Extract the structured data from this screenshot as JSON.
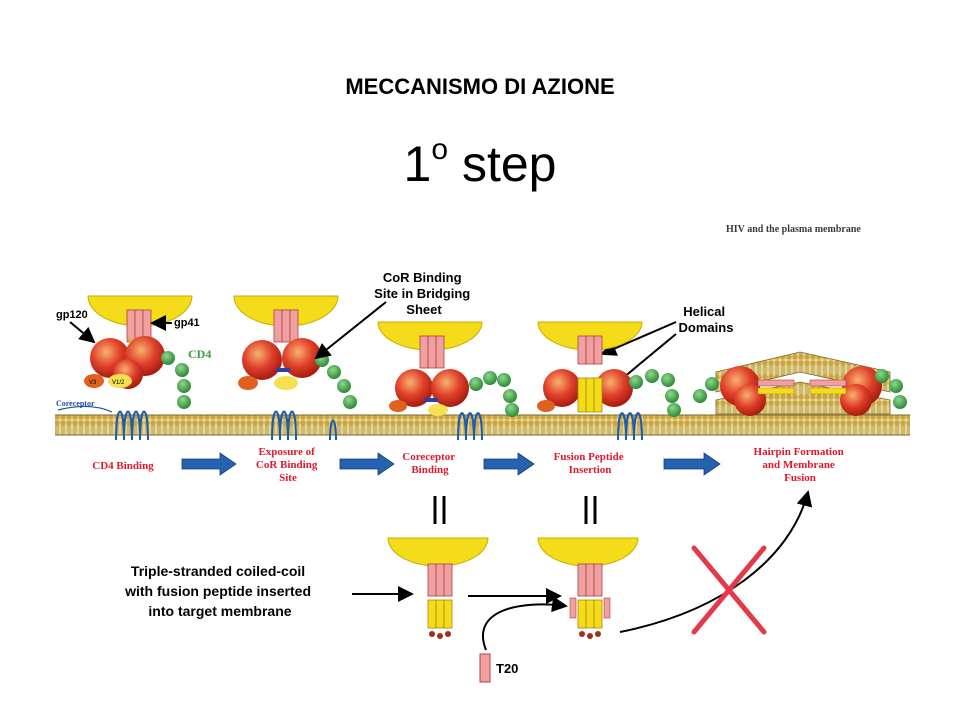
{
  "header": {
    "title": "MECCANISMO DI AZIONE",
    "step_number": "1",
    "step_sup": "o",
    "step_word": "step"
  },
  "figure": {
    "caption": "HIV and the plasma membrane",
    "labels": {
      "gp120": "gp120",
      "gp41": "gp41",
      "cd4": "CD4",
      "coreceptor": "Coreceptor",
      "v3": "V3",
      "v12": "V1/2",
      "cor_binding": [
        "CoR Binding",
        "Site in Bridging",
        "Sheet"
      ],
      "helical": [
        "Helical",
        "Domains"
      ],
      "t20": "T20",
      "triple": [
        "Triple-stranded coiled-coil",
        "with fusion peptide inserted",
        "into target membrane"
      ]
    },
    "stages": [
      {
        "lines": [
          "CD4 Binding"
        ]
      },
      {
        "lines": [
          "Exposure of",
          "CoR Binding",
          "Site"
        ]
      },
      {
        "lines": [
          "Coreceptor",
          "Binding"
        ]
      },
      {
        "lines": [
          "Fusion Peptide",
          "Insertion"
        ]
      },
      {
        "lines": [
          "Hairpin Formation",
          "and Membrane",
          "Fusion"
        ]
      }
    ],
    "colors": {
      "stage_text": "#e0182c",
      "arrow": "#2563b0",
      "cross": "#e23a4a",
      "virion": "#f4dc1a",
      "cd4": "#44a84c",
      "gp120": "#e0402a"
    }
  }
}
